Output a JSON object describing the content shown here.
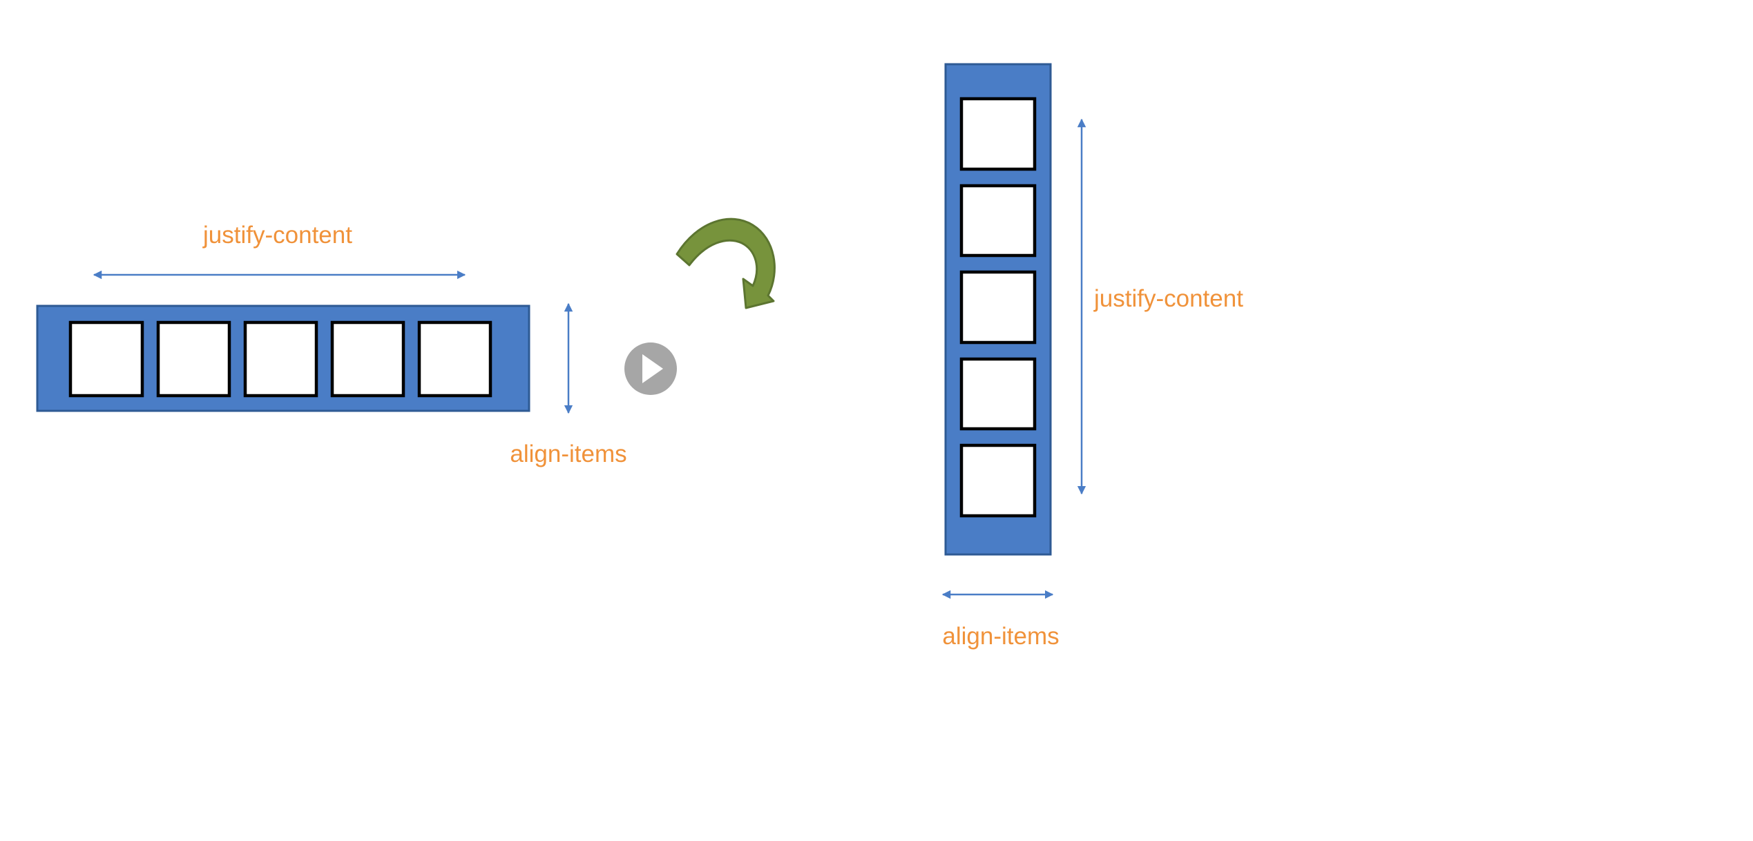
{
  "colors": {
    "container_fill": "#4a7dc6",
    "container_stroke": "#2e5a94",
    "item_fill": "#ffffff",
    "item_stroke": "#000000",
    "arrow": "#4a7dc6",
    "label_text": "#f0923a",
    "play_button": "#a6a6a6",
    "rotate_arrow_fill": "#77933c",
    "rotate_arrow_stroke": "#5c7530"
  },
  "row_layout": {
    "main_axis_label": "justify-content",
    "cross_axis_label": "align-items"
  },
  "column_layout": {
    "main_axis_label": "justify-content",
    "cross_axis_label": "align-items"
  },
  "icons": {
    "play": "play-icon",
    "rotate": "rotate-arrow-icon"
  }
}
